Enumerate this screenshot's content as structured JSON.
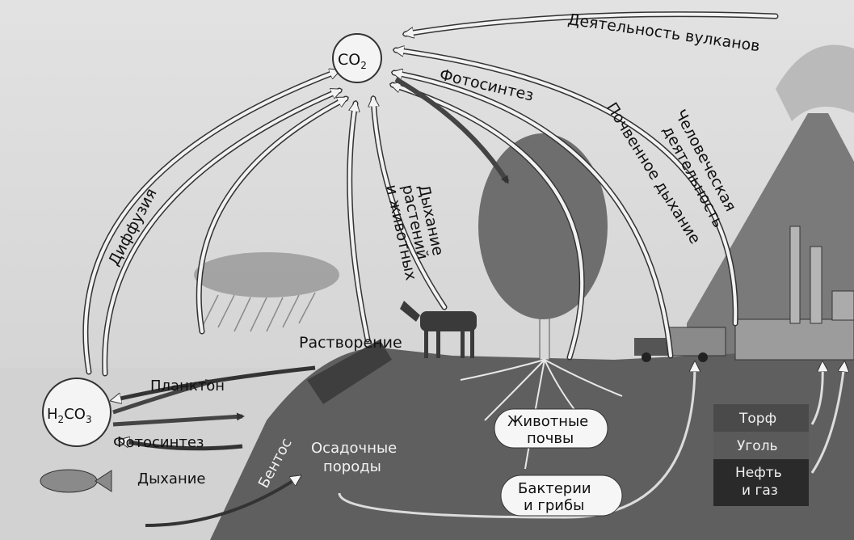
{
  "labels": {
    "co2_main": "CO",
    "co2_sub": "2",
    "h2co3_a": "H",
    "h2co3_a_sub": "2",
    "h2co3_b": "CO",
    "h2co3_b_sub": "3",
    "volcanoes": "Деятельность вулканов",
    "photosynthesis_top": "Фотосинтез",
    "human_activity_1": "Человеческая",
    "human_activity_2": "деятельность",
    "soil_respiration": "Почвенное дыхание",
    "respiration_1": "Дыхание",
    "respiration_2": "растений",
    "respiration_3": "и животных",
    "diffusion": "Диффузия",
    "dissolution": "Растворение",
    "plankton": "Планктон",
    "photosynthesis_water": "Фотосинтез",
    "respiration_water": "Дыхание",
    "benthos": "Бентос",
    "sediments_1": "Осадочные",
    "sediments_2": "породы",
    "soil_animals_1": "Животные",
    "soil_animals_2": "почвы",
    "bacteria_1": "Бактерии",
    "bacteria_2": "и грибы",
    "peat": "Торф",
    "coal": "Уголь",
    "oil_1": "Нефть",
    "oil_2": "и газ"
  },
  "colors": {
    "arrow_dark": "#4a4a4a",
    "arrow_light": "#f4f4f4",
    "ground": "#5f5f5f",
    "sky": "#d6d6d6",
    "water": "#cfcfcf",
    "tree": "#6a6a6a"
  }
}
